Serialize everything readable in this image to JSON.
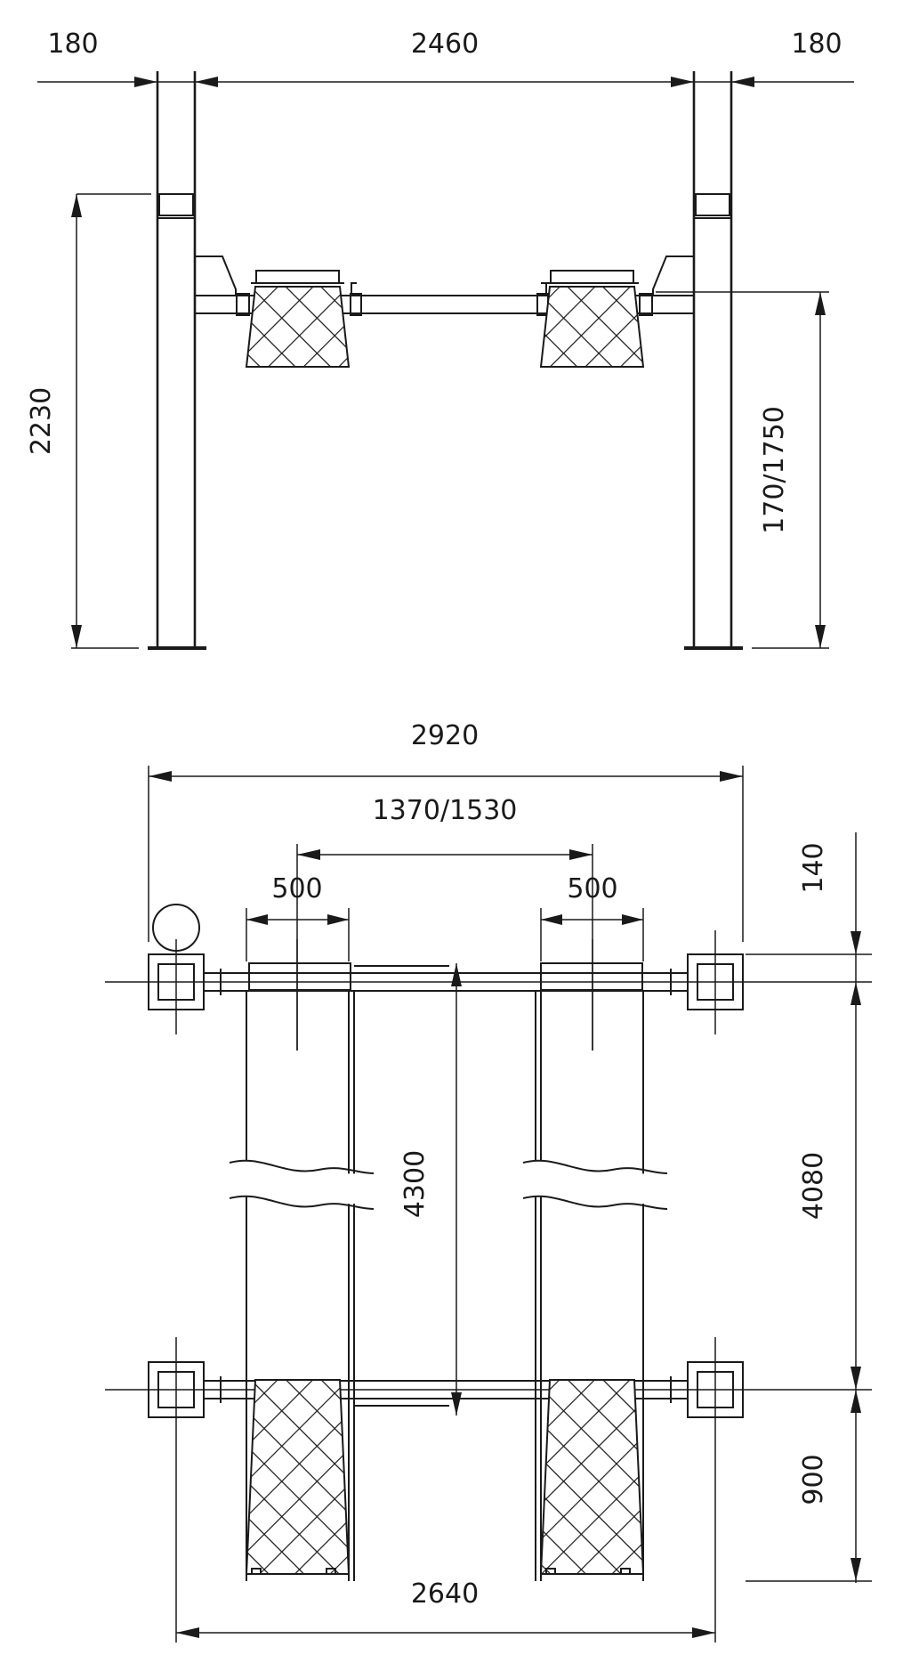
{
  "front_view": {
    "post_width_left": "180",
    "post_spacing": "2460",
    "post_width_right": "180",
    "total_height": "2230",
    "lift_height": "170/1750"
  },
  "top_view": {
    "overall_width": "2920",
    "track_spacing": "1370/1530",
    "runway_width_left": "500",
    "runway_width_right": "500",
    "runway_length": "4300",
    "front_offset": "140",
    "post_spacing_length": "4080",
    "rear_extension": "900",
    "base_width": "2640"
  }
}
